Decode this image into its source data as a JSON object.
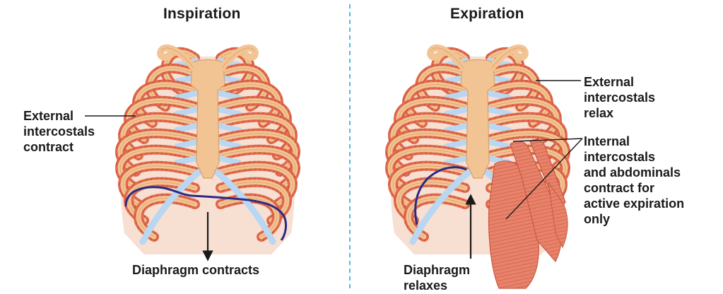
{
  "titles": {
    "left": "Inspiration",
    "right": "Expiration"
  },
  "inspiration": {
    "external_intercostals": [
      "External",
      "intercostals",
      "contract"
    ],
    "diaphragm": "Diaphragm contracts"
  },
  "expiration": {
    "external_intercostals": [
      "External",
      "intercostals",
      "relax"
    ],
    "internal_intercostals": [
      "Internal",
      "intercostals",
      "and abdominals",
      "contract for",
      "active expiration",
      "only"
    ],
    "diaphragm": [
      "Diaphragm",
      "relaxes"
    ]
  },
  "colors": {
    "rib": "#f3c493",
    "rib_edge": "#d9a06a",
    "muscle": "#e06a4e",
    "muscle_dark": "#c5472f",
    "cartilage": "#b9d7f2",
    "diaphragm_line": "#2b2a86",
    "divider": "#59b8e0"
  }
}
